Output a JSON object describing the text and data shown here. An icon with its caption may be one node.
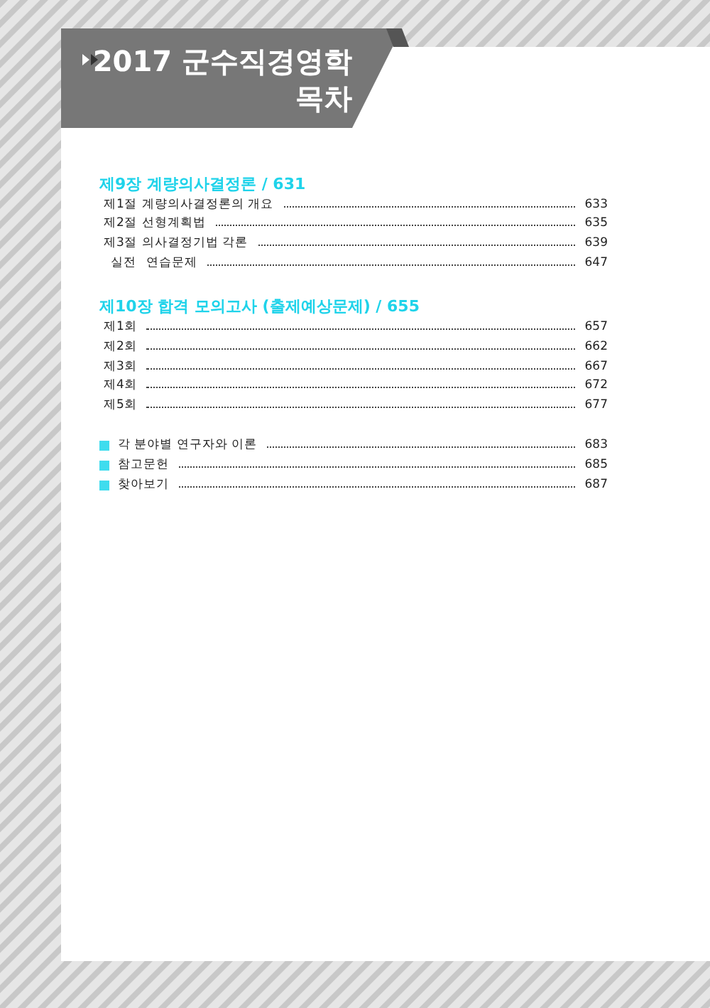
{
  "diagram": {
    "title": "2017 군수직경영학 목차",
    "labels": [
      "제9장 계량의사결정론 / 631",
      "제1절",
      "계량의사결정론의 개요",
      "633",
      "제2절",
      "선형계획법",
      "635",
      "제3절",
      "의사결정기법 각론",
      "639",
      "실전",
      "연습문제",
      "647",
      "제10장 합격 모의고사 (출제예상문제) / 655",
      "제1회",
      "657",
      "제2회",
      "662",
      "제3회",
      "667",
      "제4회",
      "672",
      "제5회",
      "677",
      "각 분야별 연구자와 이론",
      "683",
      "참고문헌",
      "685",
      "찾아보기",
      "687"
    ]
  }
}
